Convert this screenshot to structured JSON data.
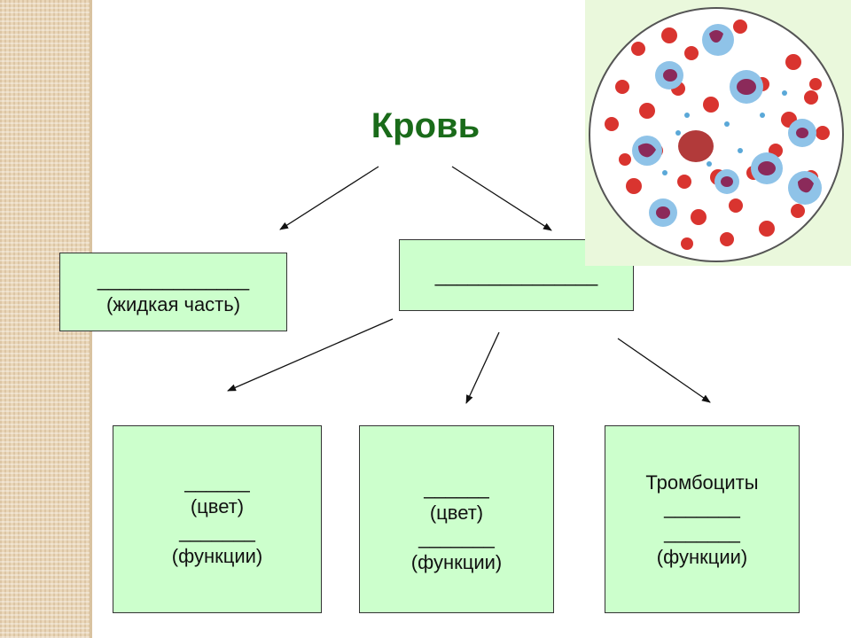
{
  "title": "Кровь",
  "plasma_box": {
    "blank": "______________",
    "label": "(жидкая часть)"
  },
  "cells_box": {
    "blank": "_______________"
  },
  "rbc_box": {
    "blank1": "______",
    "color_label": "(цвет)",
    "blank2": "_______",
    "functions_label": "(функции)"
  },
  "wbc_box": {
    "blank1": "______",
    "color_label": "(цвет)",
    "blank2": "_______",
    "functions_label": "(функции)"
  },
  "platelets_box": {
    "name": "Тромбоциты",
    "blank1": "_______",
    "blank2": "_______",
    "functions_label": "(функции)"
  },
  "colors": {
    "title": "#1a6b1a",
    "box_fill": "#ccffcc",
    "red_cell": "#d9342f",
    "nucleus": "#8b2a5a",
    "wbc_cytoplasm": "#8fc3e8"
  },
  "illustration": "blood-smear-micrograph"
}
